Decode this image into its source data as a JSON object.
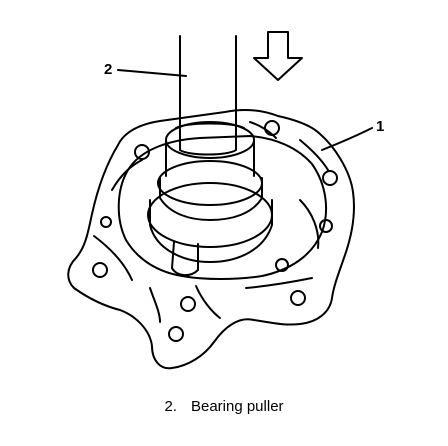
{
  "callouts": {
    "puller": "2",
    "housing": "1"
  },
  "caption": {
    "number": "2.",
    "text": "Bearing puller"
  },
  "icons": {
    "direction_arrow": "down-arrow-icon"
  },
  "colors": {
    "line": "#000000",
    "background": "#ffffff"
  }
}
